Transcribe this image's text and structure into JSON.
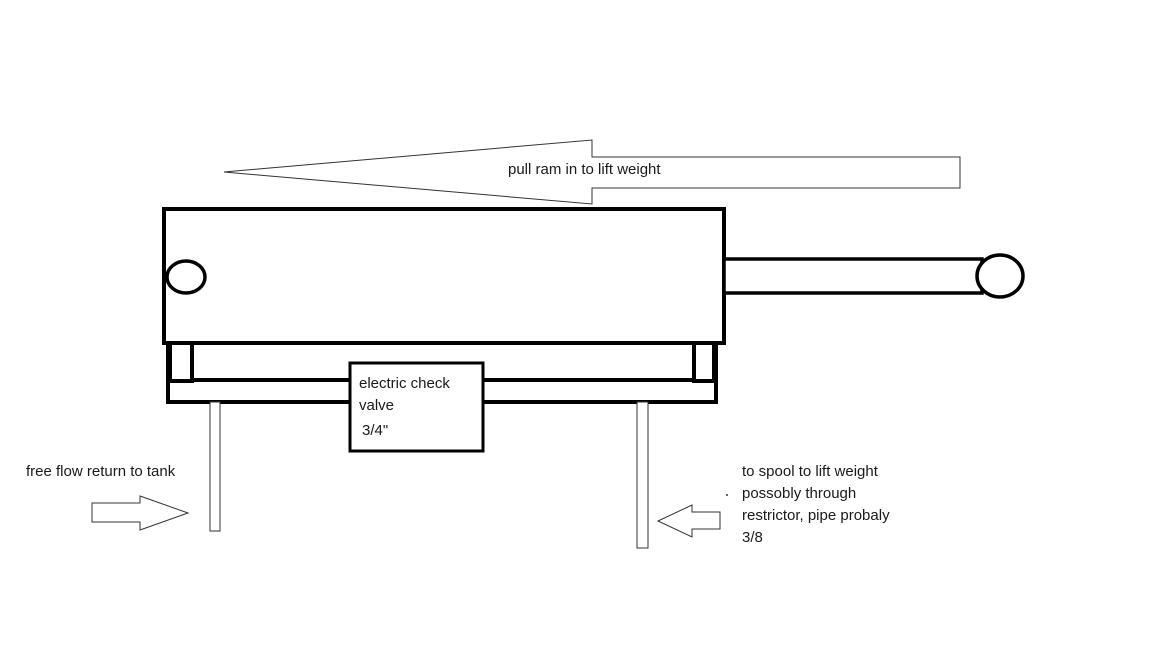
{
  "labels": {
    "pull_arrow": "pull ram in to lift weight",
    "valve_line1": "electric check",
    "valve_line2": "valve",
    "valve_size": "3/4\"",
    "left_pipe": "free flow return to tank",
    "right_pipe_line1": "to spool to lift weight",
    "right_pipe_line2": "possobly through",
    "right_pipe_line3": "restrictor,  pipe probaly",
    "right_pipe_line4": "3/8"
  },
  "colors": {
    "stroke": "#000000",
    "background": "#ffffff",
    "thin_stroke": "#333333"
  }
}
